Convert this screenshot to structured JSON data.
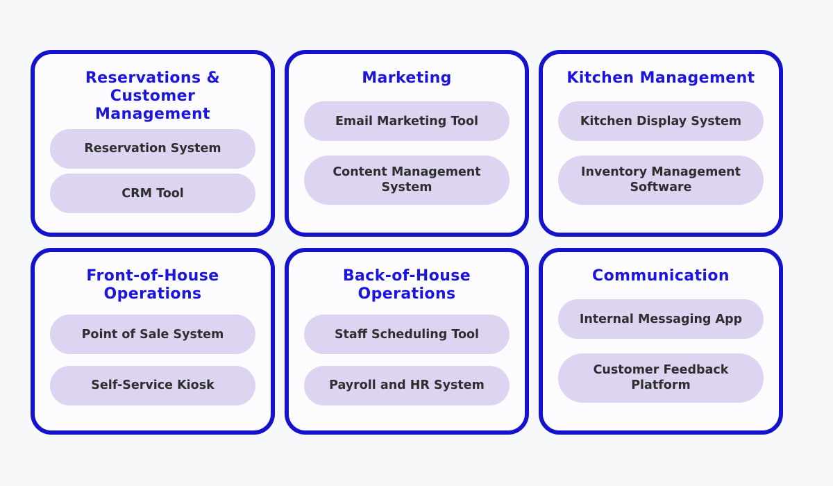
{
  "colors": {
    "page_bg": "#f7f8fa",
    "card_bg": "#fcfcfe",
    "card_border": "#1512cb",
    "title_color": "#1b15dd",
    "pill_bg": "#ddd4f2",
    "pill_text": "#2e2e2e"
  },
  "cards": [
    {
      "title": "Reservations &\nCustomer Management",
      "items": [
        "Reservation System",
        "CRM Tool"
      ]
    },
    {
      "title": "Marketing",
      "items": [
        "Email Marketing Tool",
        "Content Management\nSystem"
      ]
    },
    {
      "title": "Kitchen Management",
      "items": [
        "Kitchen Display System",
        "Inventory Management\nSoftware"
      ]
    },
    {
      "title": "Front-of-House\nOperations",
      "items": [
        "Point of Sale System",
        "Self-Service Kiosk"
      ]
    },
    {
      "title": "Back-of-House\nOperations",
      "items": [
        "Staff Scheduling Tool",
        "Payroll and HR System"
      ]
    },
    {
      "title": "Communication",
      "items": [
        "Internal Messaging App",
        "Customer Feedback\nPlatform"
      ]
    }
  ]
}
